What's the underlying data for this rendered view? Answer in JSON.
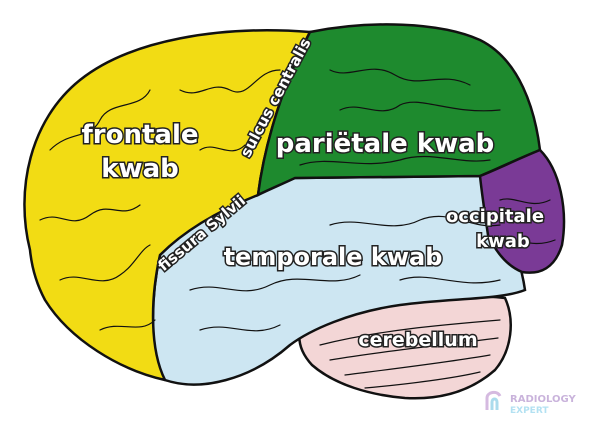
{
  "labels": {
    "frontal_line1": "frontale",
    "frontal_line2": "kwab",
    "central_sulcus": "sulcus centralis",
    "parietal": "pariëtale kwab",
    "occipital_line1": "occipitale",
    "occipital_line2": "kwab",
    "sylvian_fissure": "fissura Sylvii",
    "temporal": "temporale kwab",
    "cerebellum": "cerebellum"
  },
  "colors": {
    "frontal": "#f2dc14",
    "parietal": "#1e8a2e",
    "occipital": "#7a3a96",
    "temporal": "#cde6f2",
    "cerebellum": "#f3d6d6"
  },
  "logo": {
    "line1": "RADIOLOGY",
    "line2": "EXPERT"
  }
}
